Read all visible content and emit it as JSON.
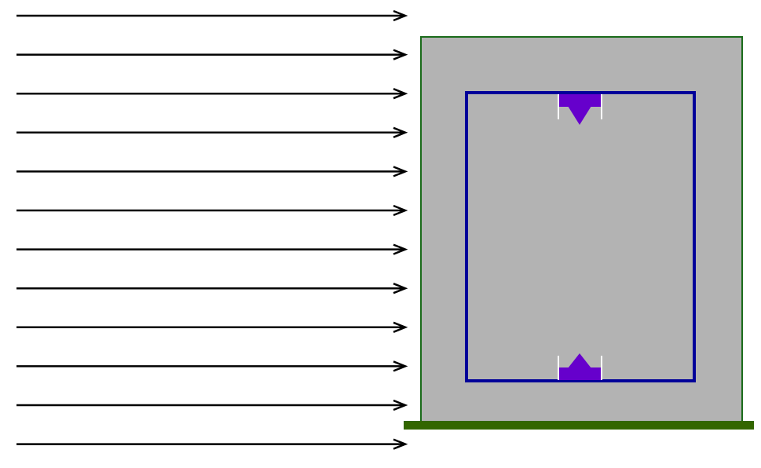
{
  "arrows": {
    "count": 12,
    "color": "#000000",
    "direction": "right"
  },
  "block": {
    "fill": "#b3b3b3",
    "border_color": "#1a6b1a"
  },
  "ground": {
    "color": "#336600"
  },
  "inner_frame": {
    "border_color": "#000099"
  },
  "markers": {
    "fill": "#6600cc",
    "tick_color": "#ffffff",
    "items": [
      {
        "position": "top",
        "pointing": "down"
      },
      {
        "position": "bottom",
        "pointing": "up"
      }
    ]
  }
}
